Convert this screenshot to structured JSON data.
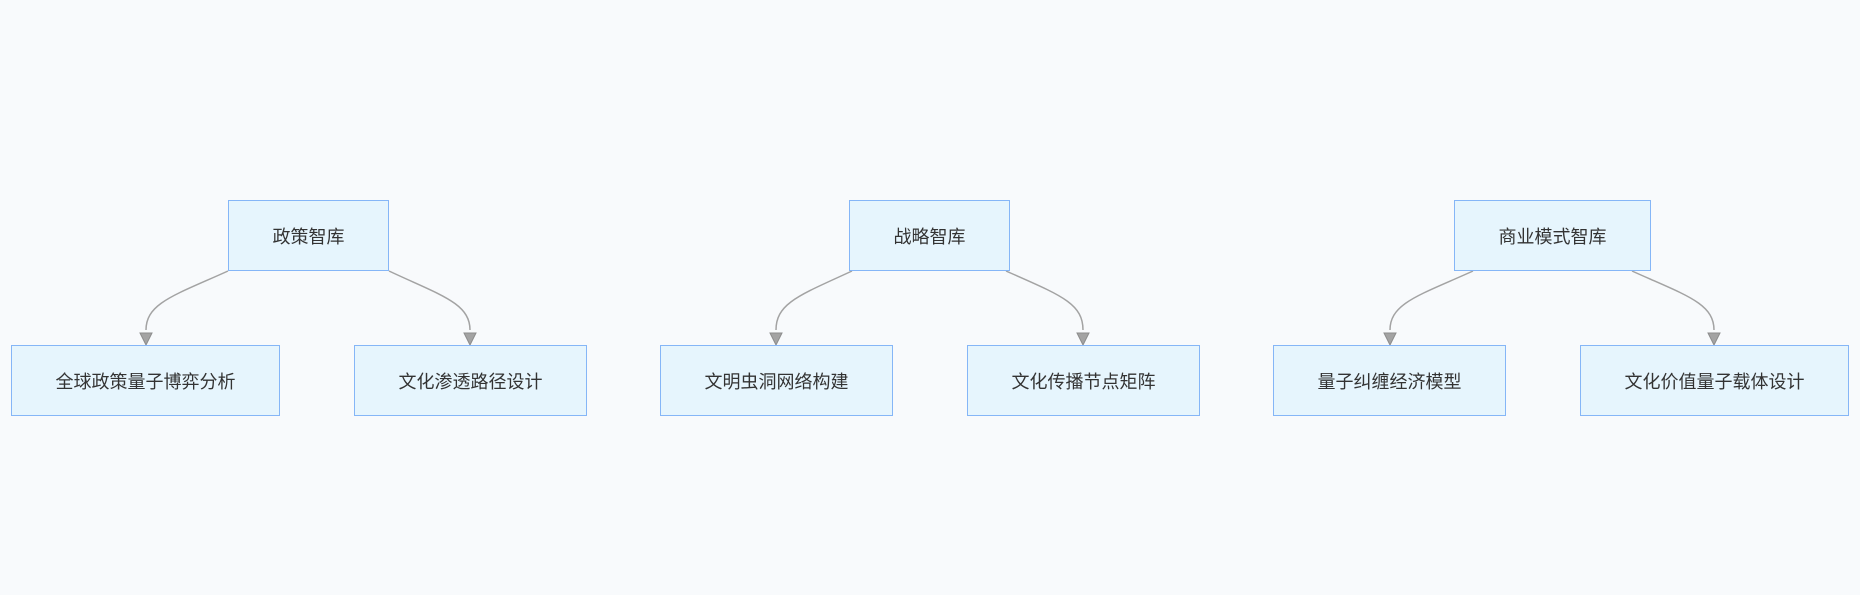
{
  "diagram": {
    "nodes": {
      "policy_think_tank": "政策智库",
      "strategy_think_tank": "战略智库",
      "business_model_think_tank": "商业模式智库",
      "global_policy_quantum_game": "全球政策量子博弈分析",
      "culture_penetration_path": "文化渗透路径设计",
      "civilization_wormhole_network": "文明虫洞网络构建",
      "culture_spread_node_matrix": "文化传播节点矩阵",
      "quantum_entanglement_economy": "量子纠缠经济模型",
      "culture_value_quantum_carrier": "文化价值量子载体设计"
    },
    "edges": [
      {
        "from": "政策智库",
        "to": "全球政策量子博弈分析"
      },
      {
        "from": "政策智库",
        "to": "文化渗透路径设计"
      },
      {
        "from": "战略智库",
        "to": "文明虫洞网络构建"
      },
      {
        "from": "战略智库",
        "to": "文化传播节点矩阵"
      },
      {
        "from": "商业模式智库",
        "to": "量子纠缠经济模型"
      },
      {
        "from": "商业模式智库",
        "to": "文化价值量子载体设计"
      }
    ],
    "colors": {
      "background": "#f8fafc",
      "node_fill": "#e6f5fd",
      "node_border": "#85b6f7",
      "edge": "#a3a3a3",
      "text": "#333333"
    }
  }
}
